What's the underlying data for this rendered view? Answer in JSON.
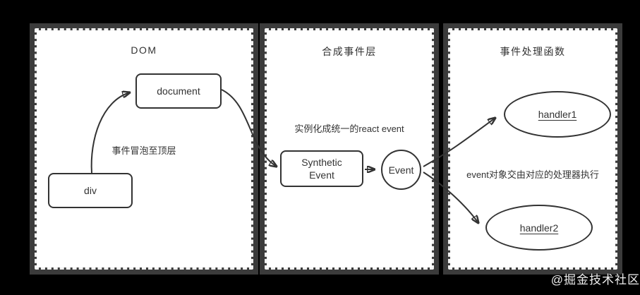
{
  "colors": {
    "background": "#000000",
    "panel_halo": "#3b3b3b",
    "panel_fill": "#ffffff",
    "stroke": "#333333",
    "text": "#333333",
    "watermark_text": "#ededed"
  },
  "panels": {
    "dom": {
      "title": "DOM",
      "document_label": "document",
      "div_label": "div",
      "annotation": "事件冒泡至顶层"
    },
    "synthetic": {
      "title": "合成事件层",
      "annotation": "实例化成统一的react event",
      "box_label": "Synthetic Event",
      "circle_label": "Event"
    },
    "handlers": {
      "title": "事件处理函数",
      "annotation": "event对象交由对应的处理器执行",
      "handler1_label": "handler1",
      "handler2_label": "handler2"
    }
  },
  "watermark": "@掘金技术社区"
}
